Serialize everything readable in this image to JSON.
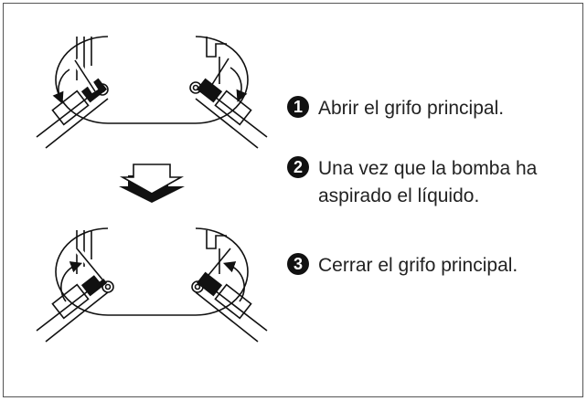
{
  "steps": [
    {
      "number": "1",
      "text": "Abrir el grifo principal."
    },
    {
      "number": "2",
      "text": "Una vez que la bomba ha aspirado el líquido."
    },
    {
      "number": "3",
      "text": "Cerrar el grifo principal."
    }
  ],
  "colors": {
    "ink": "#111111",
    "text": "#222222",
    "frame": "#555555"
  },
  "icons": [
    "valve-open-illustration",
    "down-arrow-icon",
    "valve-closed-illustration",
    "rotation-arrow-icon"
  ]
}
